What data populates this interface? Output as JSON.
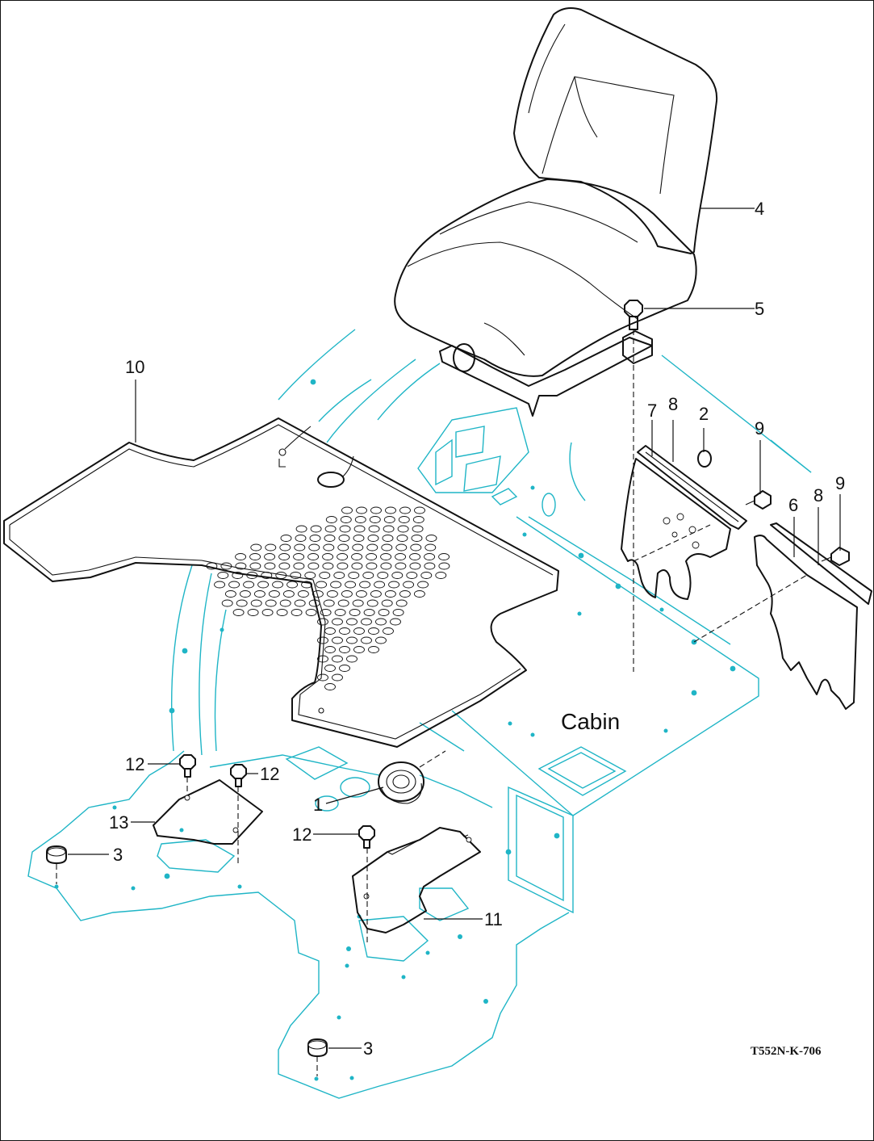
{
  "diagram": {
    "drawing_code": "T552N-K-706",
    "cabin_label": "Cabin",
    "callouts": [
      "1",
      "2",
      "3",
      "3",
      "4",
      "5",
      "6",
      "7",
      "8",
      "8",
      "9",
      "9",
      "10",
      "11",
      "12",
      "12",
      "12",
      "13"
    ]
  },
  "colors": {
    "background": "#ffffff",
    "linework": "#111111",
    "cabin_outline": "#1fb5c6"
  }
}
